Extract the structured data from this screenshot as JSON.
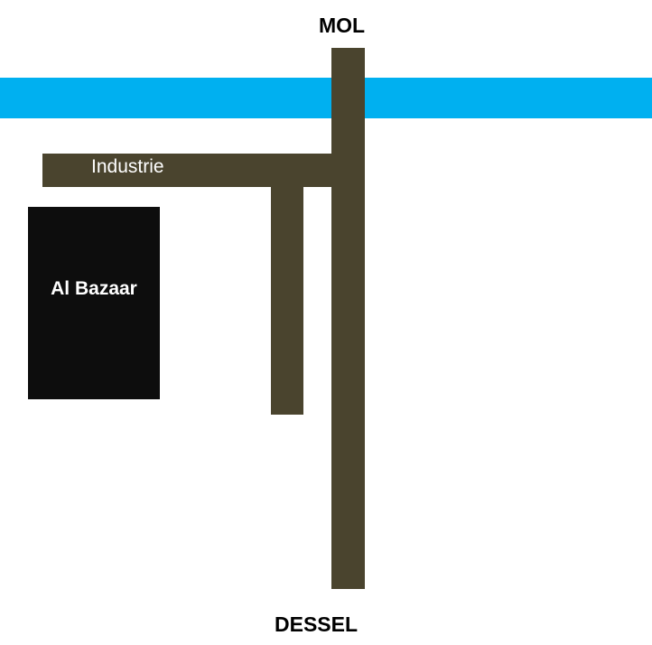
{
  "destinations": {
    "north": "MOL",
    "south": "DESSEL"
  },
  "roads": {
    "industrie_label": "Industrie"
  },
  "buildings": {
    "al_bazaar_label": "Al Bazaar"
  },
  "colors": {
    "water": "#00b0f0",
    "road": "#4a442e",
    "building": "#0d0d0d",
    "background": "#ffffff"
  }
}
